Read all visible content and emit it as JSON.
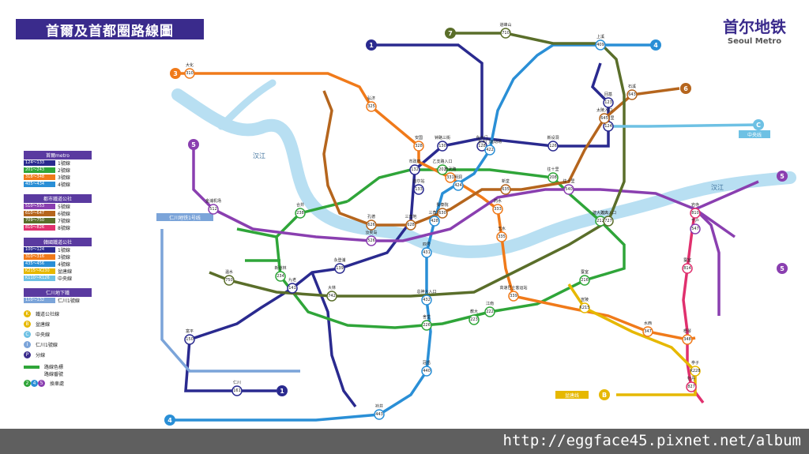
{
  "title": "首爾及首都圈路線圖",
  "brand": {
    "cn": "首尔地铁",
    "en": "Seoul Metro"
  },
  "watermark": "http://eggface45.pixnet.net/album",
  "colors": {
    "line1": "#2a2a8f",
    "line2": "#2fa539",
    "line3": "#f07a1a",
    "line4": "#2a8fd6",
    "line5": "#8a3fb0",
    "line6": "#b5651d",
    "line7": "#5a6e2a",
    "line8": "#e0306e",
    "line9": "#c9a31d",
    "bundang": "#e6b800",
    "jungang": "#6ec1e4",
    "incheon": "#7ba4d9",
    "river": "#b8dff2",
    "frame": "#3a2b8c"
  },
  "legend": {
    "section1": "首爾metro",
    "s1": [
      {
        "code": "124～133",
        "label": "1號線",
        "color": "#2a2a8f"
      },
      {
        "code": "201～243",
        "label": "2號線",
        "color": "#2fa539"
      },
      {
        "code": "318～348",
        "label": "3號線",
        "color": "#f07a1a"
      },
      {
        "code": "405～434",
        "label": "4號線",
        "color": "#2a8fd6"
      }
    ],
    "section2": "都市鐵道公社",
    "s2": [
      {
        "code": "510～553",
        "label": "5號線",
        "color": "#8a3fb0"
      },
      {
        "code": "610～647",
        "label": "6號線",
        "color": "#b5651d"
      },
      {
        "code": "709～750",
        "label": "7號線",
        "color": "#5a6e2a"
      },
      {
        "code": "810～826",
        "label": "8號線",
        "color": "#e0306e"
      }
    ],
    "section3": "韓國鐵道公社",
    "s3": [
      {
        "code": "100～124",
        "label": "1號線",
        "color": "#2a2a8f"
      },
      {
        "code": "310～316",
        "label": "3號線",
        "color": "#f07a1a"
      },
      {
        "code": "435～456",
        "label": "4號線",
        "color": "#2a8fd6"
      },
      {
        "code": "K215～K230",
        "label": "盆唐線",
        "color": "#e6b800"
      },
      {
        "code": "K110～K126",
        "label": "中央線",
        "color": "#6ec1e4"
      }
    ],
    "section4": "仁川地下鐵",
    "s4": [
      {
        "code": "110～132",
        "label": "仁川1號線",
        "color": "#7ba4d9"
      }
    ],
    "symbols": [
      {
        "mark": "K",
        "label": "鐵道公社線",
        "color": "#e6b800"
      },
      {
        "mark": "B",
        "label": "盆唐線",
        "color": "#e6b800"
      },
      {
        "mark": "C",
        "label": "中央線",
        "color": "#6ec1e4"
      },
      {
        "mark": "I",
        "label": "仁川1號線",
        "color": "#7ba4d9"
      },
      {
        "mark": "P",
        "label": "分線",
        "color": "#3a2b8c"
      }
    ],
    "route_color": "路線色標",
    "route_number": "路線番號",
    "transfer": "換車處"
  },
  "labels": {
    "river": "汉江",
    "incheon_line": "仁川地铁1号线",
    "jungang_line": "中央线",
    "bundang_line": "盆唐线"
  },
  "stations": [
    {
      "name": "首尔站",
      "code": "133"
    },
    {
      "name": "市政府",
      "code": "132"
    },
    {
      "name": "钟路三街",
      "code": "130"
    },
    {
      "name": "东大门",
      "code": "128"
    },
    {
      "name": "新设洞",
      "code": "126"
    },
    {
      "name": "清凉里",
      "code": "124"
    },
    {
      "name": "回基",
      "code": "123"
    },
    {
      "name": "永登浦",
      "code": "139"
    },
    {
      "name": "九老",
      "code": "141"
    },
    {
      "name": "富平",
      "code": "150"
    },
    {
      "name": "仁川",
      "code": "161"
    },
    {
      "name": "合井",
      "code": "238"
    },
    {
      "name": "新道林",
      "code": "234"
    },
    {
      "name": "舍堂",
      "code": "226"
    },
    {
      "name": "江南",
      "code": "222"
    },
    {
      "name": "蚕室",
      "code": "216"
    },
    {
      "name": "建大入口",
      "code": "212"
    },
    {
      "name": "往十里",
      "code": "208"
    },
    {
      "name": "乙支路入口",
      "code": "202"
    },
    {
      "name": "教大",
      "code": "223"
    },
    {
      "name": "高速巴士客运站",
      "code": "339"
    },
    {
      "name": "忠武路",
      "code": "331"
    },
    {
      "name": "安国",
      "code": "328"
    },
    {
      "name": "弘济",
      "code": "325"
    },
    {
      "name": "梧琴",
      "code": "348"
    },
    {
      "name": "水西",
      "code": "347"
    },
    {
      "name": "大化",
      "code": "310"
    },
    {
      "name": "药水",
      "code": "333"
    },
    {
      "name": "玉水",
      "code": "335"
    },
    {
      "name": "东大门运动场",
      "code": "422"
    },
    {
      "name": "明洞",
      "code": "424"
    },
    {
      "name": "三角地",
      "code": "428"
    },
    {
      "name": "四号",
      "code": "431"
    },
    {
      "name": "总神大入口",
      "code": "432"
    },
    {
      "name": "冠岳",
      "code": "440"
    },
    {
      "name": "衿井",
      "code": "443"
    },
    {
      "name": "上溪",
      "code": "409"
    },
    {
      "name": "汝矣岛",
      "code": "526"
    },
    {
      "name": "金浦机场",
      "code": "512"
    },
    {
      "name": "千户",
      "code": "547"
    },
    {
      "name": "往十里",
      "code": "540"
    },
    {
      "name": "梨泰院",
      "code": "630"
    },
    {
      "name": "三角地",
      "code": "628"
    },
    {
      "name": "孔德",
      "code": "626"
    },
    {
      "name": "新堂",
      "code": "635"
    },
    {
      "name": "太陵入口",
      "code": "645"
    },
    {
      "name": "石溪",
      "code": "643"
    },
    {
      "name": "道峰山",
      "code": "710"
    },
    {
      "name": "大林",
      "code": "742"
    },
    {
      "name": "建大入口",
      "code": "727"
    },
    {
      "name": "温水",
      "code": "750"
    },
    {
      "name": "岩寺",
      "code": "810"
    },
    {
      "name": "蚕室",
      "code": "814"
    },
    {
      "name": "牡丹",
      "code": "827"
    },
    {
      "name": "宣陵",
      "code": "K215"
    },
    {
      "name": "亭子",
      "code": "K228"
    }
  ]
}
